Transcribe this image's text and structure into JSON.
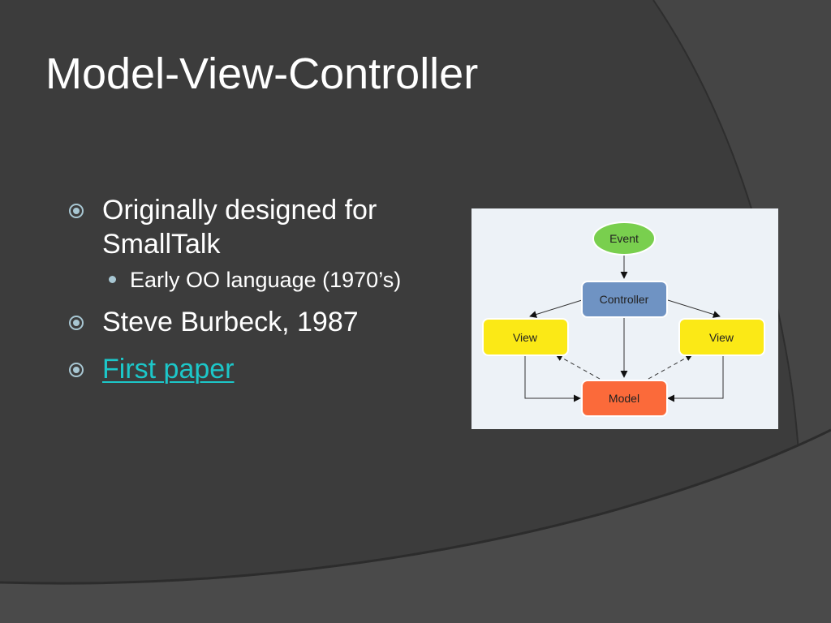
{
  "slide": {
    "title": "Model-View-Controller",
    "colors": {
      "background": "#3c3c3c",
      "title_text": "#ffffff",
      "body_text": "#ffffff",
      "link": "#1cc7c9",
      "bullet_marker": "#a8c7d3"
    },
    "bullets": [
      {
        "text": "Originally designed for SmallTalk",
        "sub": [
          {
            "text": "Early OO language (1970’s)"
          }
        ]
      },
      {
        "text": "Steve Burbeck, 1987"
      },
      {
        "text": "First paper",
        "is_link": true
      }
    ],
    "diagram": {
      "nodes": {
        "event": {
          "label": "Event",
          "color": "#79cf4e"
        },
        "controller": {
          "label": "Controller",
          "color": "#6f93c3"
        },
        "view_left": {
          "label": "View",
          "color": "#fbe916"
        },
        "view_right": {
          "label": "View",
          "color": "#fbe916"
        },
        "model": {
          "label": "Model",
          "color": "#fb6a3a"
        }
      }
    }
  }
}
